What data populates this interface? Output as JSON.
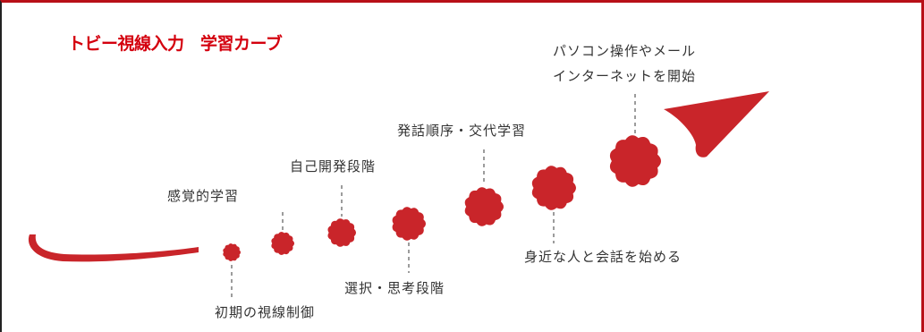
{
  "title": "トビー視線入力　学習カーブ",
  "colors": {
    "accent": "#c9252a",
    "title": "#d4000e",
    "text": "#333333",
    "frame": "#b80f17"
  },
  "stages": [
    {
      "id": "stage-1",
      "label": "初期の視線制御",
      "position": "below",
      "size": 1
    },
    {
      "id": "stage-2",
      "label": "感覚的学習",
      "position": "above",
      "size": 2
    },
    {
      "id": "stage-3",
      "label": "自己開発段階",
      "position": "above",
      "size": 3
    },
    {
      "id": "stage-4",
      "label": "選択・思考段階",
      "position": "below",
      "size": 4
    },
    {
      "id": "stage-5",
      "label": "発話順序・交代学習",
      "position": "above",
      "size": 5
    },
    {
      "id": "stage-6",
      "label": "身近な人と会話を始める",
      "position": "below",
      "size": 6
    },
    {
      "id": "stage-7",
      "label_lines": [
        "パソコン操作やメール",
        "インターネットを開始"
      ],
      "position": "above",
      "size": 7
    }
  ]
}
